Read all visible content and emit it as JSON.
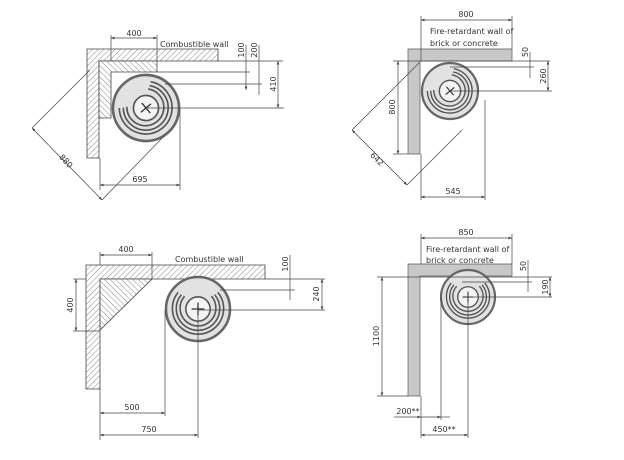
{
  "diagram1": {
    "wall_label": "Combustible wall",
    "dim_top": "400",
    "dim_100": "100",
    "dim_200": "200",
    "dim_410": "410",
    "dim_diag": "880",
    "dim_bottom": "695"
  },
  "diagram2": {
    "wall_label_1": "Fire-retardant wall of",
    "wall_label_2": "brick or concrete",
    "dim_top": "800",
    "dim_50": "50",
    "dim_260": "260",
    "dim_left": "800",
    "dim_diag": "642",
    "dim_bottom": "545"
  },
  "diagram3": {
    "wall_label": "Combustible wall",
    "dim_top": "400",
    "dim_left": "400",
    "dim_100": "100",
    "dim_240": "240",
    "dim_500": "500",
    "dim_750": "750"
  },
  "diagram4": {
    "wall_label_1": "Fire-retardant wall of",
    "wall_label_2": "brick or concrete",
    "dim_top": "850",
    "dim_50": "50",
    "dim_190": "190",
    "dim_left": "1100",
    "dim_200": "200**",
    "dim_450": "450**"
  }
}
